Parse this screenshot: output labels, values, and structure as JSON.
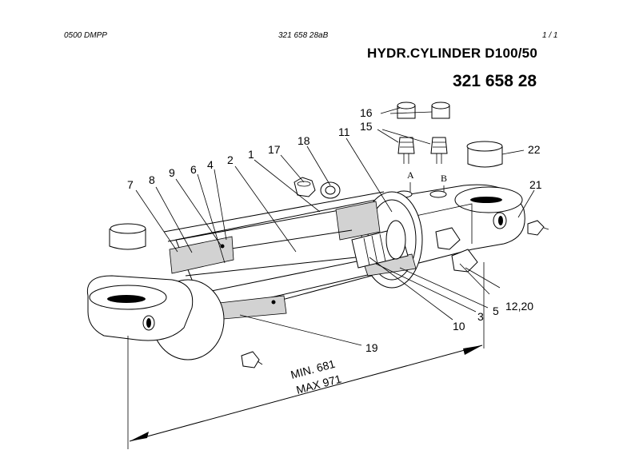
{
  "header": {
    "left": "0500 DMPP",
    "center": "321 658 28aB",
    "page": "1 /   1"
  },
  "title": "HYDR.CYLINDER D100/50",
  "part_number": "321 658 28",
  "ports": {
    "a": "A",
    "b": "B"
  },
  "callouts": {
    "c1": "1",
    "c2": "2",
    "c3": "3",
    "c4": "4",
    "c5": "5",
    "c6": "6",
    "c7": "7",
    "c8": "8",
    "c9": "9",
    "c10": "10",
    "c11": "11",
    "c12_20": "12,20",
    "c15": "15",
    "c16": "16",
    "c17": "17",
    "c18": "18",
    "c19": "19",
    "c21": "21",
    "c22": "22"
  },
  "dimension": {
    "min": "MIN. 681",
    "max": "MAX 971"
  }
}
